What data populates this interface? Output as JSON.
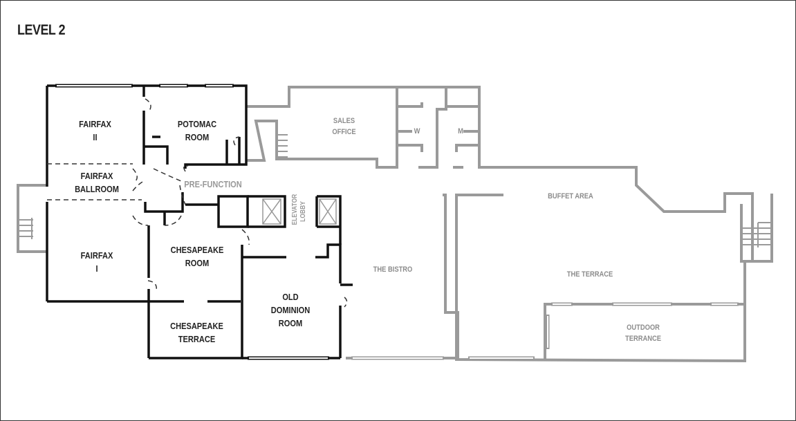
{
  "map": {
    "title": "LEVEL 2",
    "colors": {
      "primary_walls": "#111111",
      "secondary_walls": "#9a9a9a",
      "frame": "#333333"
    },
    "rooms": {
      "fairfax_2": "FAIRFAX\nII",
      "potomac": "POTOMAC\nROOM",
      "fairfax_ballroom": "FAIRFAX\nBALLROOM",
      "pre_function": "PRE-FUNCTION",
      "fairfax_1": "FAIRFAX\nI",
      "chesapeake_room": "CHESAPEAKE\nROOM",
      "elevator_lobby": "ELEVATOR\nLOBBY",
      "chesapeake_terrace": "CHESAPEAKE\nTERRACE",
      "old_dominion": "OLD\nDOMINION\nROOM",
      "sales_office": "SALES\nOFFICE",
      "womens_restroom": "W",
      "mens_restroom": "M",
      "buffet_area": "BUFFET AREA",
      "the_bistro": "THE BISTRO",
      "the_terrace": "THE TERRACE",
      "outdoor_terrance": "OUTDOOR\nTERRANCE"
    }
  }
}
